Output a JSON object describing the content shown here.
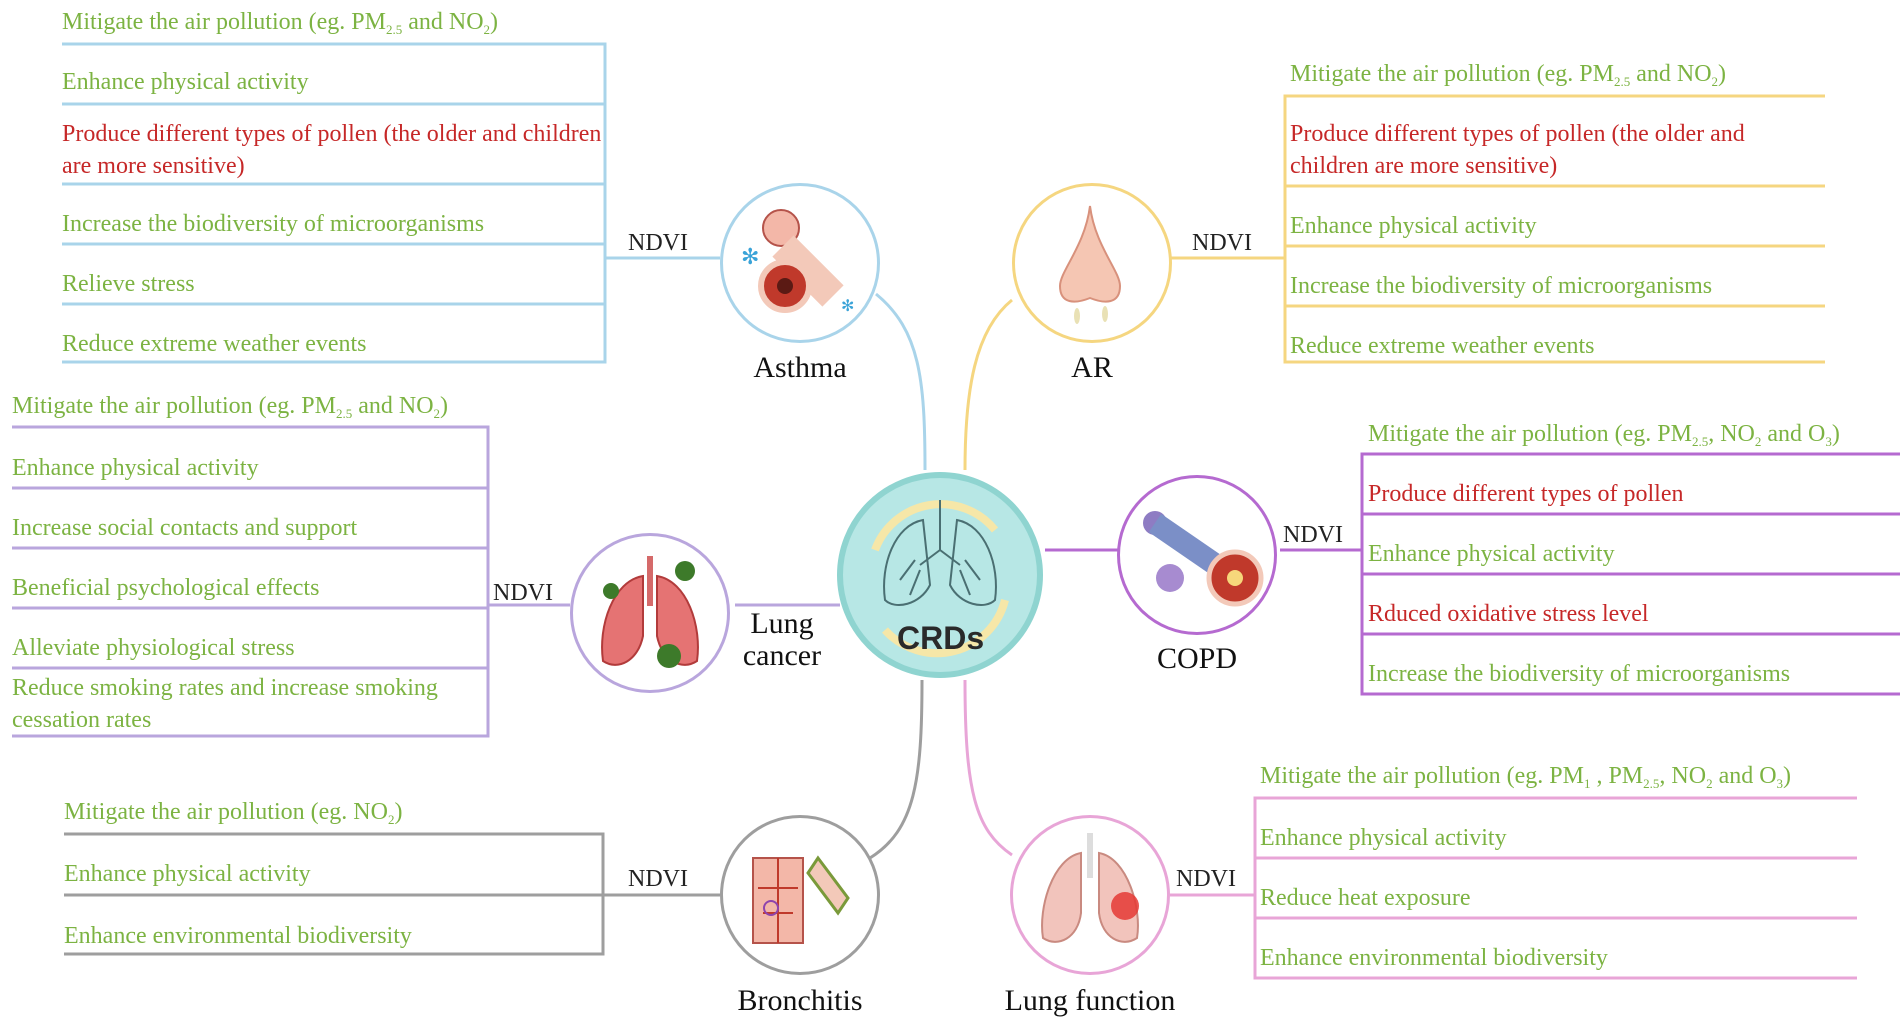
{
  "center": {
    "label": "CRDs"
  },
  "ndvi_label": "NDVI",
  "colors": {
    "asthma": "#a9d4ea",
    "ar": "#f5d680",
    "copd": "#b56ad0",
    "lung_cancer": "#b9a6dd",
    "bronchitis": "#9e9e9e",
    "lung_function": "#e8a5d7",
    "benefit_text": "#7cb342",
    "harm_text": "#c62828",
    "center_fill": "#b7e7e5",
    "center_ring": "#8fd4d0"
  },
  "diseases": {
    "asthma": {
      "label": "Asthma",
      "items": [
        {
          "pre": "Mitigate the air pollution (eg. PM",
          "sub": "2.5",
          "mid": " and NO",
          "sub2": "2",
          "post": ")"
        },
        {
          "text": "Enhance physical activity"
        },
        {
          "text": "Produce different types of pollen (the older and children are more sensitive)"
        },
        {
          "text": "Increase the biodiversity of microorganisms"
        },
        {
          "text": "Relieve stress"
        },
        {
          "text": "Reduce extreme weather events"
        }
      ]
    },
    "ar": {
      "label": "AR",
      "items": [
        {
          "pre": "Mitigate the air pollution (eg. PM",
          "sub": "2.5",
          "mid": " and NO",
          "sub2": "2",
          "post": ")"
        },
        {
          "text": "Produce different types of pollen (the older and children are more sensitive)"
        },
        {
          "text": "Enhance physical activity"
        },
        {
          "text": "Increase the biodiversity of microorganisms"
        },
        {
          "text": "Reduce extreme weather events"
        }
      ]
    },
    "lung_cancer": {
      "label_line1": "Lung",
      "label_line2": "cancer",
      "items": [
        {
          "pre": "Mitigate the air pollution (eg. PM",
          "sub": "2.5",
          "mid": " and NO",
          "sub2": "2",
          "post": ")"
        },
        {
          "text": "Enhance physical activity"
        },
        {
          "text": "Increase social contacts and support"
        },
        {
          "text": "Beneficial psychological effects"
        },
        {
          "text": "Alleviate physiological stress"
        },
        {
          "text": "Reduce smoking rates and increase smoking cessation rates"
        }
      ]
    },
    "copd": {
      "label": "COPD",
      "items": [
        {
          "pre": "Mitigate the air pollution (eg. PM",
          "sub": "2.5",
          "mid": ", NO",
          "sub2": "2",
          "mid2": " and O",
          "sub3": "3",
          "post": ")"
        },
        {
          "text": "Produce different types of pollen"
        },
        {
          "text": "Enhance physical activity"
        },
        {
          "text": "Rduced oxidative stress level"
        },
        {
          "text": "Increase the biodiversity of microorganisms"
        }
      ]
    },
    "bronchitis": {
      "label": "Bronchitis",
      "items": [
        {
          "pre": "Mitigate the air pollution (eg. NO",
          "sub": "2",
          "post": ")"
        },
        {
          "text": "Enhance physical activity"
        },
        {
          "text": "Enhance environmental biodiversity"
        }
      ]
    },
    "lung_function": {
      "label": "Lung function",
      "items": [
        {
          "pre": "Mitigate the air pollution (eg. PM",
          "sub": "1",
          "mid": " , PM",
          "sub2": "2.5",
          "mid2": ", NO",
          "sub3": "2",
          "mid3": " and O",
          "sub4": "3",
          "post": ")"
        },
        {
          "text": "Enhance physical activity"
        },
        {
          "text": "Reduce heat exposure"
        },
        {
          "text": "Enhance environmental biodiversity"
        }
      ]
    }
  }
}
